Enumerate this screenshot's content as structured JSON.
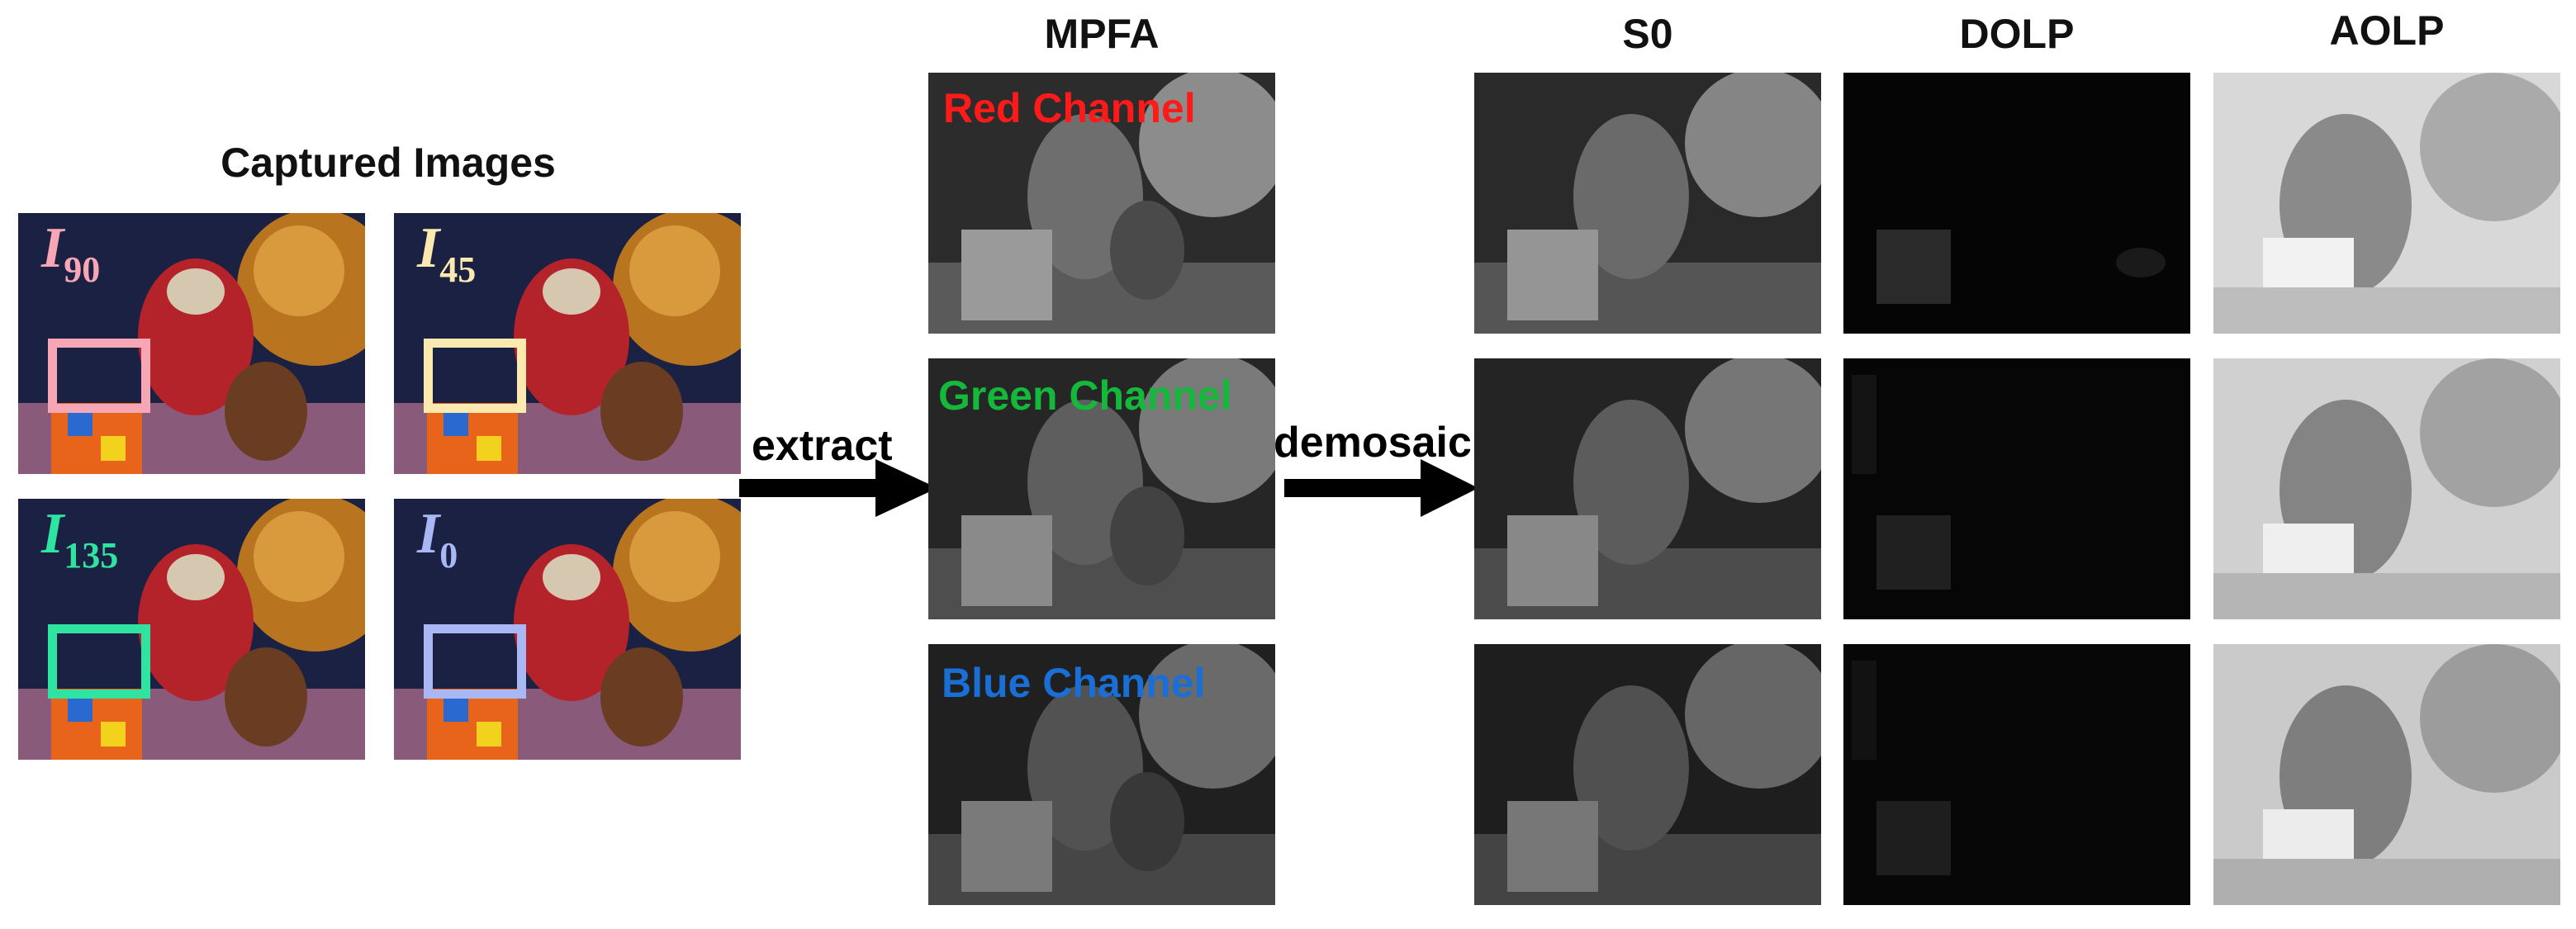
{
  "captured": {
    "title": "Captured Images",
    "images": [
      {
        "label_letter": "I",
        "label_sub": "90",
        "color": "#f7a6b5"
      },
      {
        "label_letter": "I",
        "label_sub": "45",
        "color": "#fbe9b0"
      },
      {
        "label_letter": "I",
        "label_sub": "135",
        "color": "#2fe3a0"
      },
      {
        "label_letter": "I",
        "label_sub": "0",
        "color": "#a9b8f5"
      }
    ]
  },
  "mpfa": {
    "title": "MPFA",
    "channels": [
      {
        "label": "Red Channel",
        "color": "#ff1a1a"
      },
      {
        "label": "Green Channel",
        "color": "#14b83a"
      },
      {
        "label": "Blue Channel",
        "color": "#1a6fd6"
      }
    ]
  },
  "outputs": {
    "titles": [
      "S0",
      "DOLP",
      "AOLP"
    ]
  },
  "arrows": {
    "extract_label": "extract",
    "demosaic_label": "demosaic"
  }
}
